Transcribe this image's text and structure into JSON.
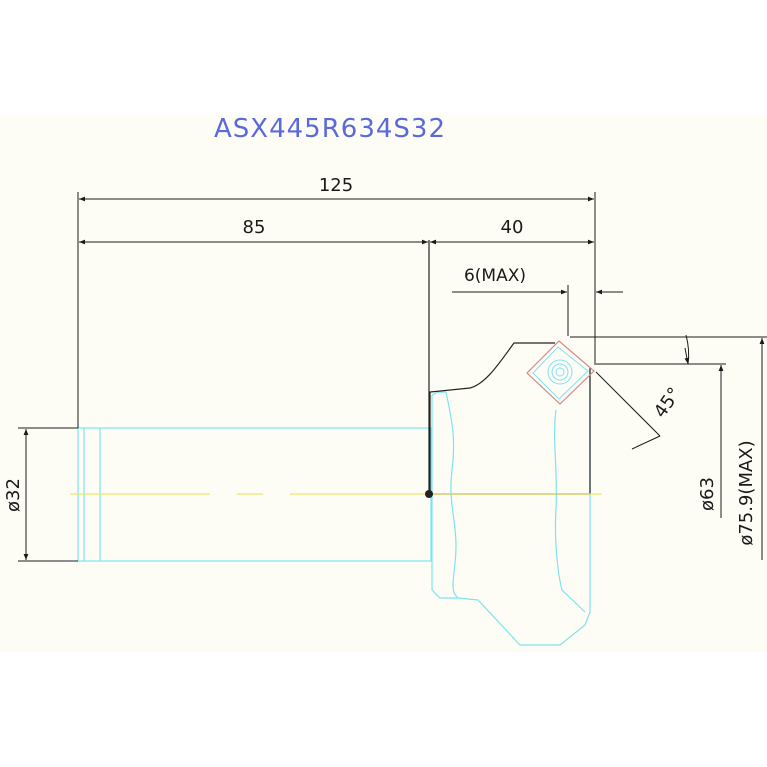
{
  "drawing": {
    "title": "ASX445R634S32",
    "colors": {
      "background": "#fdfdf6",
      "title": "#5a6adb",
      "dimension": "#1a1a1a",
      "part_outline": "#7fe3ee",
      "centerline": "#e8e86a",
      "insert": "#d98888",
      "tool_outline": "#222222"
    },
    "dimensions": {
      "overall_length": "125",
      "shank_length": "85",
      "head_length": "40",
      "max_depth": "6(MAX)",
      "shank_diameter": "ø32",
      "cut_diameter": "ø63",
      "max_diameter": "ø75.9(MAX)",
      "lead_angle": "45°"
    }
  }
}
